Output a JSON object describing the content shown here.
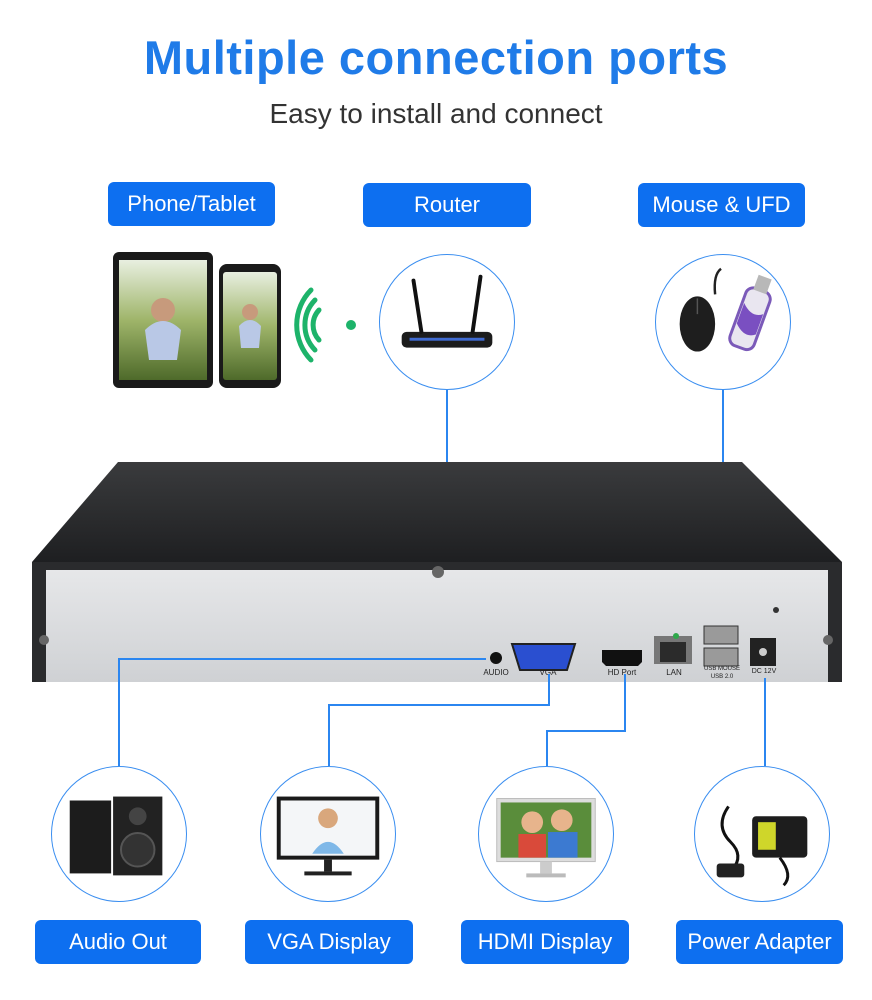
{
  "header": {
    "title": "Multiple connection ports",
    "subtitle": "Easy to install and connect"
  },
  "top_devices": [
    {
      "label": "Phone/Tablet",
      "icon": "phone-tablet-icon"
    },
    {
      "label": "Router",
      "icon": "router-icon"
    },
    {
      "label": "Mouse & UFD",
      "icon": "mouse-usb-icon"
    }
  ],
  "bottom_devices": [
    {
      "label": "Audio Out",
      "icon": "speaker-icon"
    },
    {
      "label": "VGA Display",
      "icon": "vga-monitor-icon"
    },
    {
      "label": "HDMI Display",
      "icon": "hdmi-monitor-icon"
    },
    {
      "label": "Power Adapter",
      "icon": "power-adapter-icon"
    }
  ],
  "ports": {
    "audio": "AUDIO",
    "vga": "VGA",
    "hdmi": "HD Port",
    "lan": "LAN",
    "usb": "USB MOUSE",
    "usb2": "USB 2.0",
    "dc": "DC 12V"
  },
  "colors": {
    "accent": "#0d6ff0",
    "title": "#1f7be8",
    "line": "#2b86f0",
    "device_body": "#2b2c2e"
  }
}
